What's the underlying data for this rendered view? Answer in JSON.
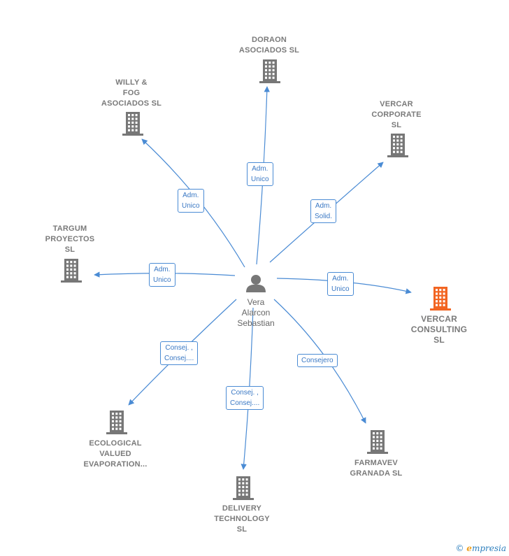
{
  "center": {
    "name_lines": [
      "Vera",
      "Alarcon",
      "Sebastian"
    ]
  },
  "nodes": [
    {
      "id": "doraon",
      "lines": [
        "DORAON",
        "ASOCIADOS SL"
      ],
      "highlight": false
    },
    {
      "id": "willy",
      "lines": [
        "WILLY &",
        "FOG",
        "ASOCIADOS SL"
      ],
      "highlight": false
    },
    {
      "id": "vercar-corporate",
      "lines": [
        "VERCAR",
        "CORPORATE",
        "SL"
      ],
      "highlight": false
    },
    {
      "id": "targum",
      "lines": [
        "TARGUM",
        "PROYECTOS",
        "SL"
      ],
      "highlight": false
    },
    {
      "id": "vercar-consulting",
      "lines": [
        "VERCAR",
        "CONSULTING",
        "SL"
      ],
      "highlight": true
    },
    {
      "id": "ecological",
      "lines": [
        "ECOLOGICAL",
        "VALUED",
        "EVAPORATION..."
      ],
      "highlight": false
    },
    {
      "id": "delivery",
      "lines": [
        "DELIVERY",
        "TECHNOLOGY",
        "SL"
      ],
      "highlight": false
    },
    {
      "id": "farmavev",
      "lines": [
        "FARMAVEV",
        "GRANADA SL"
      ],
      "highlight": false
    }
  ],
  "edges": [
    {
      "to": "doraon",
      "label": [
        "Adm.",
        "Unico"
      ]
    },
    {
      "to": "willy",
      "label": [
        "Adm.",
        "Unico"
      ]
    },
    {
      "to": "vercar-corporate",
      "label": [
        "Adm.",
        "Solid."
      ]
    },
    {
      "to": "targum",
      "label": [
        "Adm.",
        "Unico"
      ]
    },
    {
      "to": "vercar-consulting",
      "label": [
        "Adm.",
        "Unico"
      ]
    },
    {
      "to": "ecological",
      "label": [
        "Consej. ,",
        "Consej...."
      ]
    },
    {
      "to": "delivery",
      "label": [
        "Consej. ,",
        "Consej...."
      ]
    },
    {
      "to": "farmavev",
      "label": [
        "Consejero"
      ]
    }
  ],
  "colors": {
    "edge": "#4a8bd4",
    "building": "#777777",
    "highlight": "#f26522",
    "person": "#777777"
  },
  "icons": {
    "building": "building-icon",
    "person": "person-icon"
  },
  "footer": {
    "copyright_symbol": "©",
    "brand_e": "e",
    "brand_rest": "mpresia"
  }
}
